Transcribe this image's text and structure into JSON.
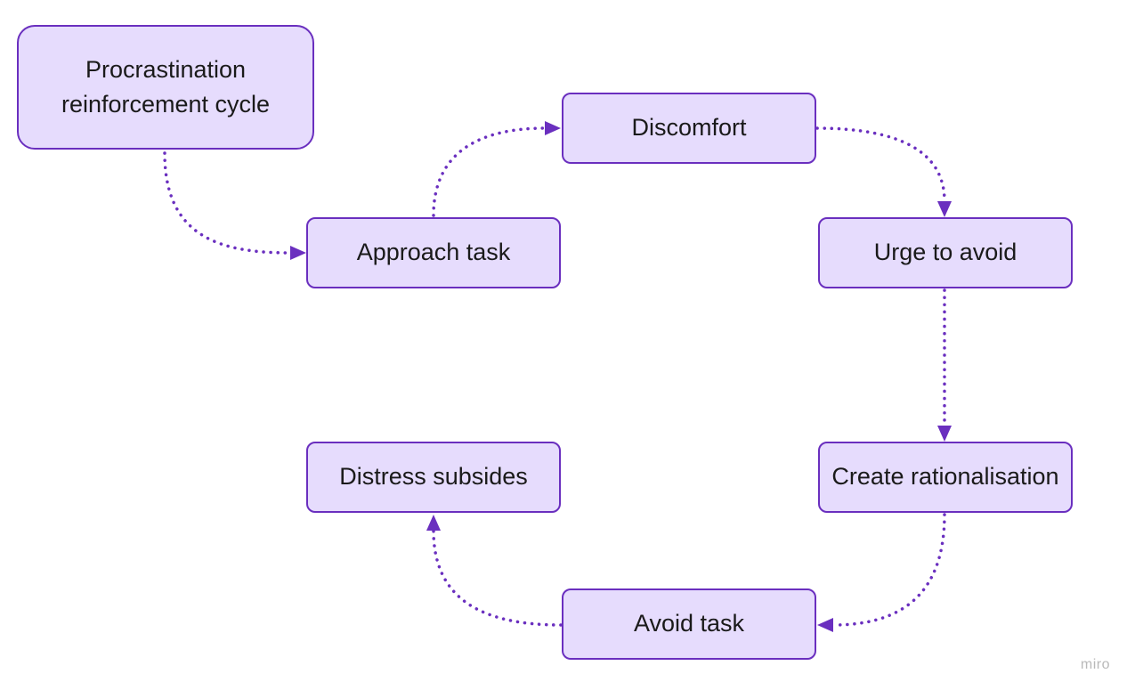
{
  "diagram": {
    "nodes": {
      "title": "Procrastination\nreinforcement cycle",
      "approach": "Approach task",
      "discomfort": "Discomfort",
      "urge": "Urge to avoid",
      "rationalise": "Create rationalisation",
      "avoid": "Avoid task",
      "distress": "Distress subsides"
    },
    "edges": [
      {
        "from": "Procrastination reinforcement cycle",
        "to": "Approach task"
      },
      {
        "from": "Approach task",
        "to": "Discomfort"
      },
      {
        "from": "Discomfort",
        "to": "Urge to avoid"
      },
      {
        "from": "Urge to avoid",
        "to": "Create rationalisation"
      },
      {
        "from": "Create rationalisation",
        "to": "Avoid task"
      },
      {
        "from": "Avoid task",
        "to": "Distress subsides"
      }
    ]
  },
  "colors": {
    "node_fill": "#e6dcfd",
    "node_border": "#6a2fbf",
    "connector": "#6a2fbf"
  },
  "watermark": "miro"
}
